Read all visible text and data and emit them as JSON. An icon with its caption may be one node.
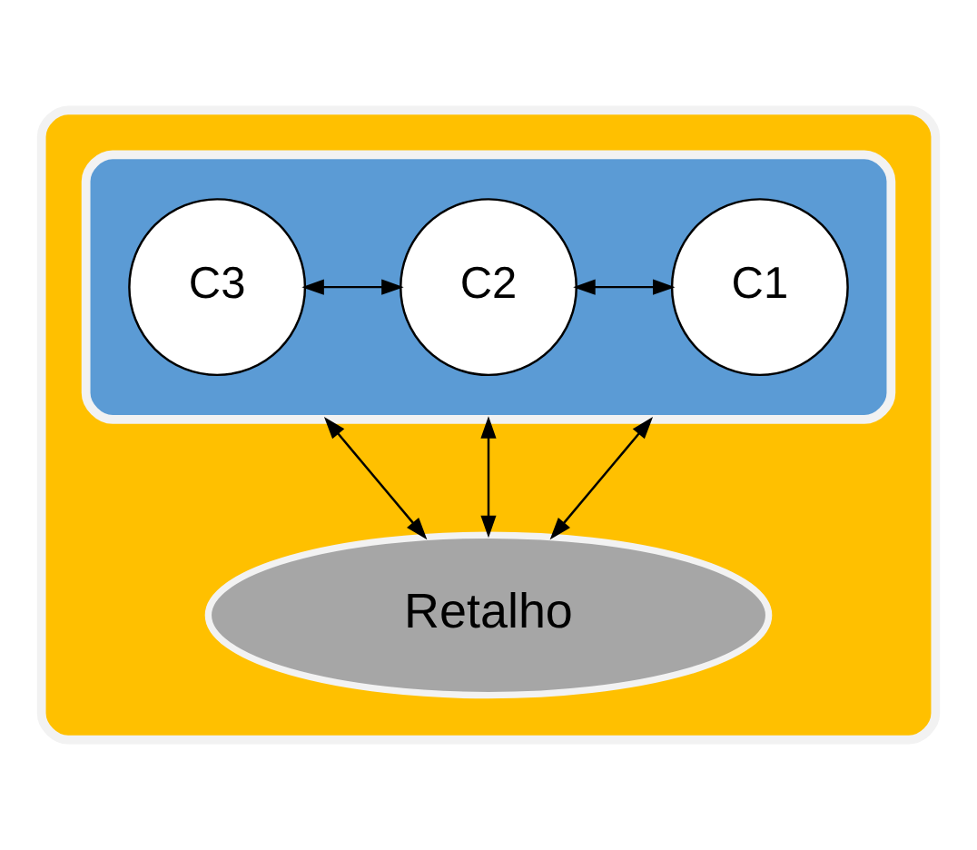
{
  "diagram": {
    "nodes": [
      {
        "text": [],
        "shape": "box"
      },
      {
        "text": [],
        "shape": "box",
        "in": 0
      },
      {
        "text": [
          "C1"
        ],
        "in": 1
      },
      {
        "text": [
          "C2"
        ],
        "in": 1
      },
      {
        "text": [
          "C3"
        ],
        "in": 1
      },
      {
        "text": [
          "Retalho"
        ],
        "in": 0
      }
    ],
    "edges": [
      {
        "from": 2,
        "to": 3,
        "arrow": "both"
      },
      {
        "from": 3,
        "to": 4,
        "arrow": "both"
      },
      {
        "from": 1,
        "to": 5,
        "arrow": "both"
      },
      {
        "from": 1,
        "to": 5,
        "arrow": "both"
      },
      {
        "from": 1,
        "to": 5,
        "arrow": "both"
      }
    ]
  }
}
